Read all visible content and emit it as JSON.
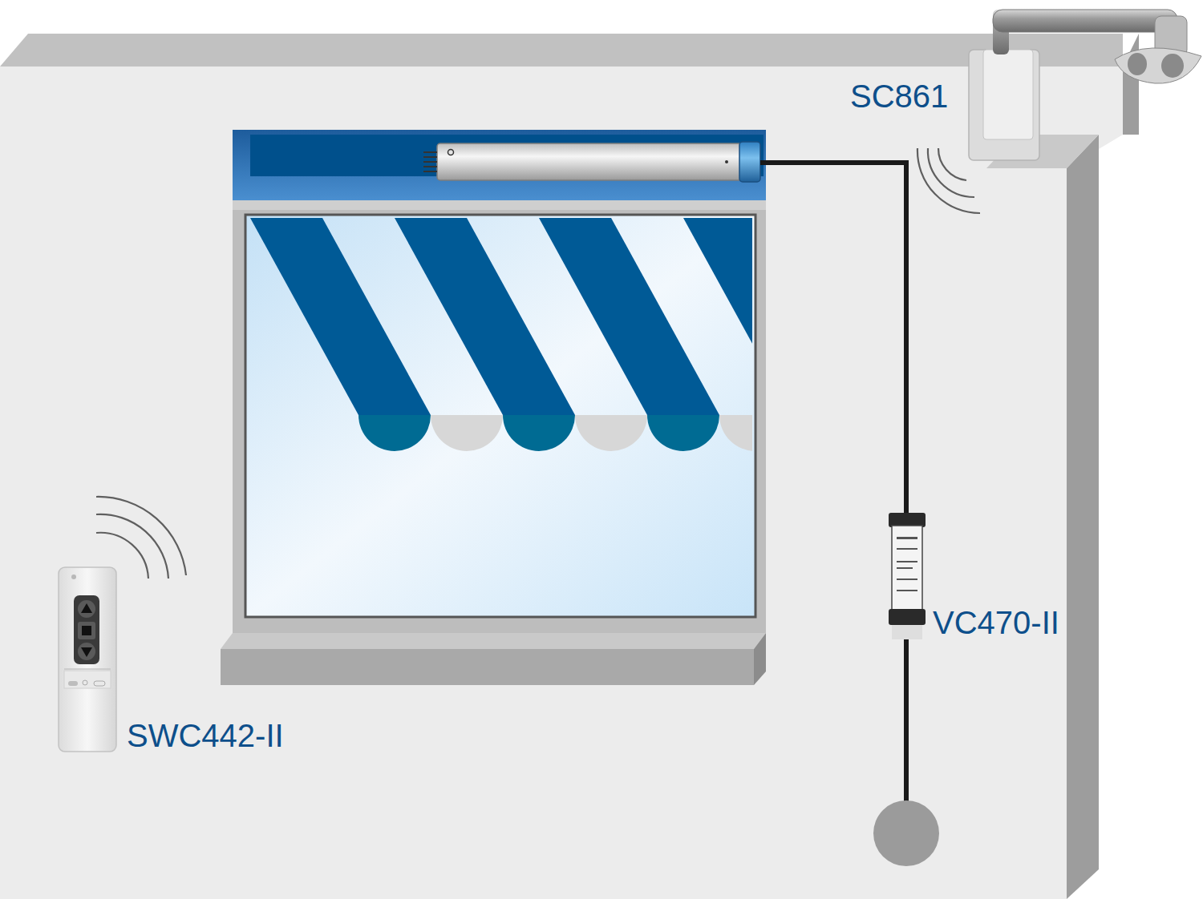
{
  "diagram": {
    "labels": [
      "SC861",
      "VC470-II",
      "SWC442-II"
    ]
  }
}
